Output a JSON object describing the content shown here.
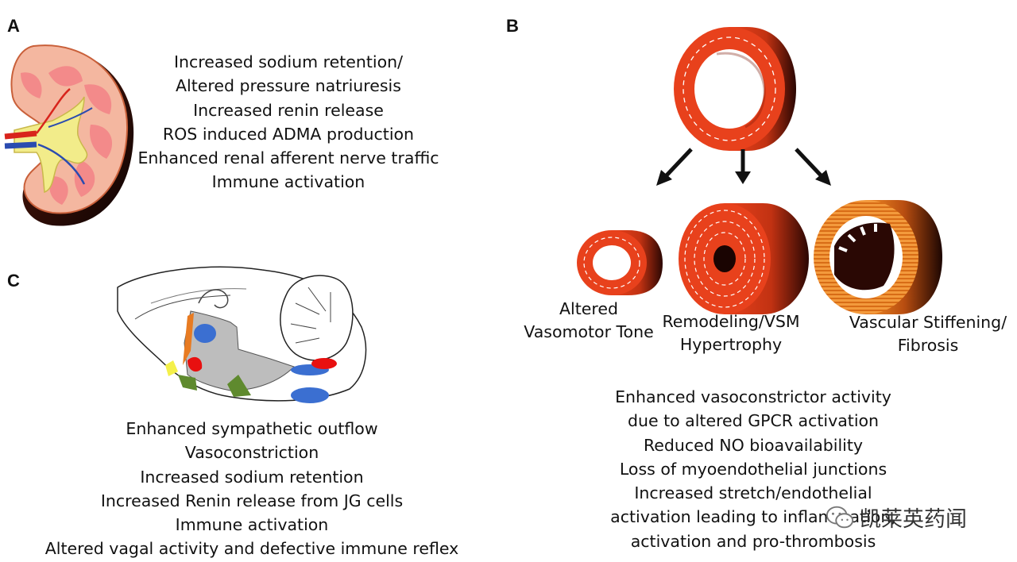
{
  "panels": {
    "a": {
      "letter": "A",
      "lines": [
        "Increased sodium retention/",
        "Altered pressure natriuresis",
        "Increased renin release",
        "ROS induced ADMA production",
        "Enhanced renal afferent nerve traffic",
        "Immune activation"
      ]
    },
    "b": {
      "letter": "B",
      "outcomes": [
        {
          "label_lines": [
            "Altered",
            "Vasomotor Tone"
          ]
        },
        {
          "label_lines": [
            "Remodeling/VSM",
            "Hypertrophy"
          ]
        },
        {
          "label_lines": [
            "Vascular Stiffening/",
            "Fibrosis"
          ]
        }
      ],
      "lines": [
        "Enhanced vasoconstrictor activity",
        "due to altered GPCR activation",
        "Reduced NO bioavailability",
        "Loss of myoendothelial junctions",
        "Increased stretch/endothelial",
        "activation leading to inflammation,",
        "activation and pro-thrombosis"
      ]
    },
    "c": {
      "letter": "C",
      "lines": [
        "Enhanced sympathetic outflow",
        "Vasoconstriction",
        "Increased sodium retention",
        "Increased Renin release from JG cells",
        "Immune activation",
        "Altered vagal activity and defective immune reflex"
      ]
    }
  },
  "watermark": {
    "text": "凯莱英药闻",
    "icon": "wechat-icon"
  },
  "colors": {
    "vessel_red": "#e8411c",
    "vessel_dark": "#3a0b04",
    "fibrosis_orange": "#f08a24",
    "kidney_pink": "#f49a9a",
    "kidney_yellow": "#f2ec8a",
    "brain_blue": "#3b6fd1",
    "brain_red": "#e81010",
    "brain_green": "#5f8a2e",
    "brain_orange": "#e87b22",
    "brain_yellow": "#f4f04a"
  }
}
